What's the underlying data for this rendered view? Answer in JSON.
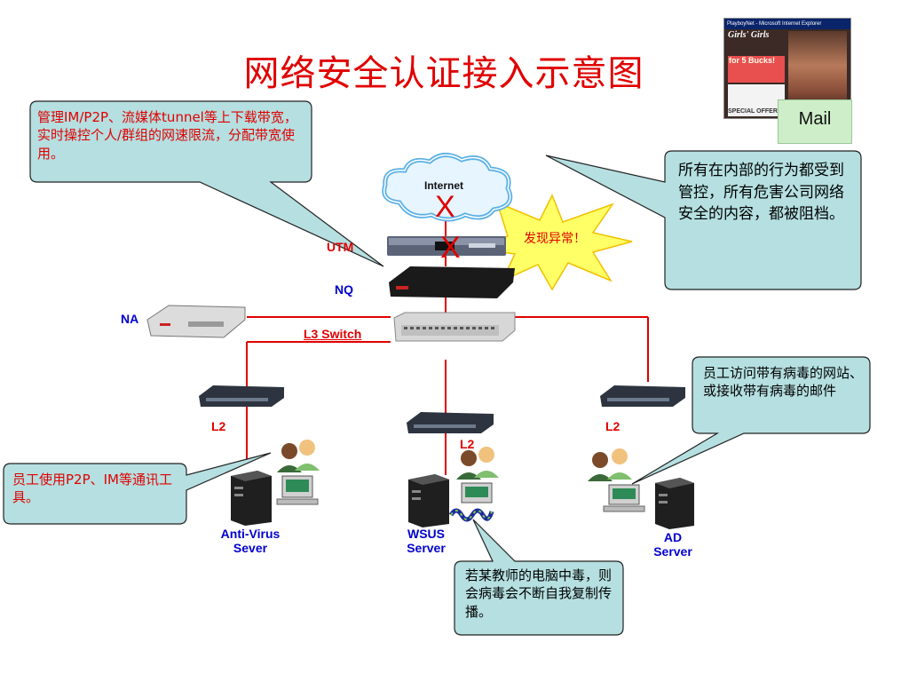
{
  "title": "网络安全认证接入示意图",
  "callouts": {
    "top_left": "管理IM/P2P、流媒体tunnel等上下载带宽，实时操控个人/群组的网速限流，分配带宽使用。",
    "top_right": "所有在内部的行为都受到管控，所有危害公司网络安全的内容，都被阻档。",
    "mid_right": "员工访问带有病毒的网站、或接收带有病毒的邮件",
    "mid_left": "员工使用P2P、IM等通讯工具。",
    "bottom": "若某教师的电脑中毒，则会病毒会不断自我复制传播。",
    "alert": "发现异常！"
  },
  "labels": {
    "internet": "Internet",
    "utm": "UTM",
    "nq": "NQ",
    "na": "NA",
    "l3_switch": "L3 Switch",
    "l2_left": "L2",
    "l2_center": "L2",
    "l2_right": "L2",
    "antivirus": "Anti-Virus Sever",
    "wsus": "WSUS Server",
    "ad": "AD Server",
    "mail": "Mail",
    "block_mark": "X"
  },
  "popup": {
    "titlebar": "PlayboyNet - Microsoft Internet Explorer",
    "headline": "Girls' Girls",
    "offer": "for 5 Bucks!",
    "special": "SPECIAL OFFER"
  },
  "colors": {
    "title": "#e00000",
    "callout_fill": "#b5dfe0",
    "callout_border": "#222222",
    "alert_fill": "#ffff66",
    "link_line": "#e00000",
    "label_blue": "#0000cc"
  }
}
